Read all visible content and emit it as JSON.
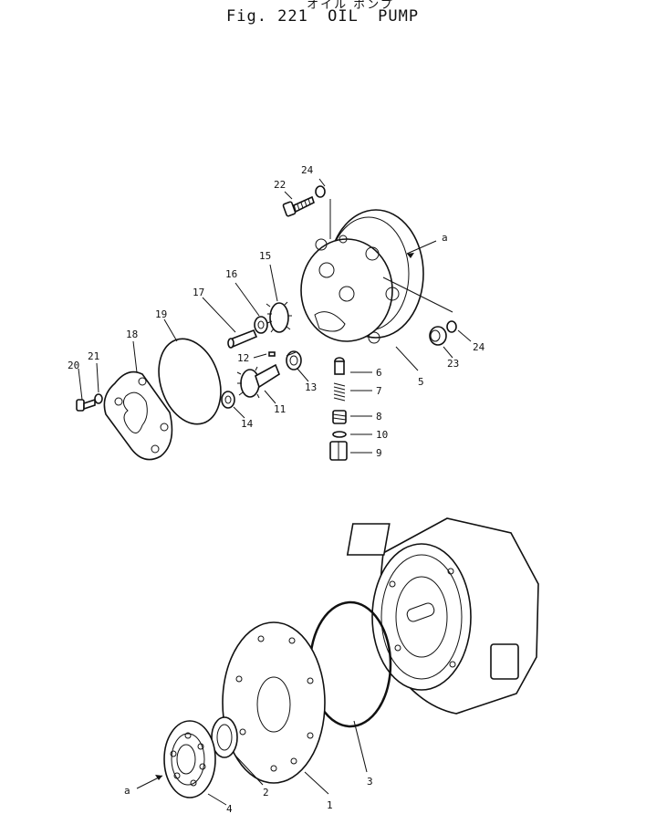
{
  "header": {
    "japanese_title": "オイル ポンプ",
    "fig_label": "Fig. 221",
    "title_word1": "OIL",
    "title_word2": "PUMP"
  },
  "labels": {
    "l1": "1",
    "l2": "2",
    "l3": "3",
    "l4": "4",
    "l5": "5",
    "l6": "6",
    "l7": "7",
    "l8": "8",
    "l9": "9",
    "l10": "10",
    "l11": "11",
    "l12": "12",
    "l13": "13",
    "l14": "14",
    "l15": "15",
    "l16": "16",
    "l17": "17",
    "l18": "18",
    "l19": "19",
    "l20": "20",
    "l21": "21",
    "l22": "22",
    "l23": "23",
    "l24a": "24",
    "l24b": "24",
    "ref_a_top": "a",
    "ref_a_bottom": "a"
  }
}
